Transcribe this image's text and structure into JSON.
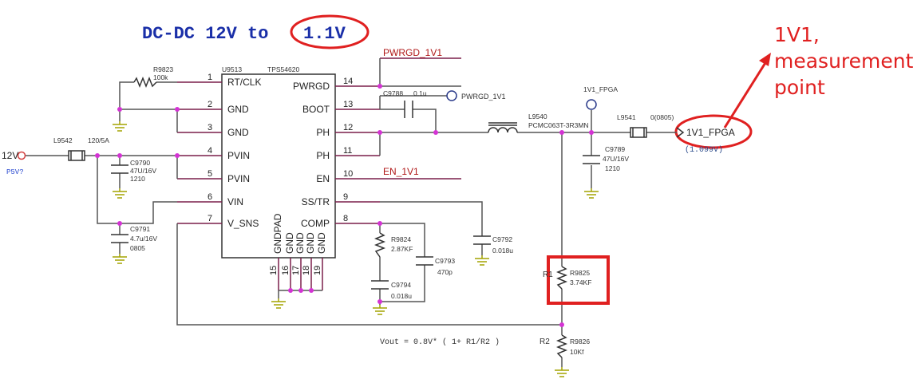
{
  "title": {
    "prefix": "DC-DC 12V to ",
    "highlight": "1.1V"
  },
  "annotation": {
    "line1": "1V1,",
    "line2": "measurement",
    "line3": "point"
  },
  "ic": {
    "ref": "U9513",
    "part": "TPS54620",
    "left_pins": [
      {
        "num": "1",
        "name": "RT/CLK"
      },
      {
        "num": "2",
        "name": "GND"
      },
      {
        "num": "3",
        "name": "GND"
      },
      {
        "num": "4",
        "name": "PVIN"
      },
      {
        "num": "5",
        "name": "PVIN"
      },
      {
        "num": "6",
        "name": "VIN"
      },
      {
        "num": "7",
        "name": "V_SNS"
      }
    ],
    "right_pins": [
      {
        "num": "14",
        "name": "PWRGD"
      },
      {
        "num": "13",
        "name": "BOOT"
      },
      {
        "num": "12",
        "name": "PH"
      },
      {
        "num": "11",
        "name": "PH"
      },
      {
        "num": "10",
        "name": "EN"
      },
      {
        "num": "9",
        "name": "SS/TR"
      },
      {
        "num": "8",
        "name": "COMP"
      }
    ],
    "bottom_pins": [
      {
        "num": "15",
        "name": "GNDPAD"
      },
      {
        "num": "16",
        "name": "GND"
      },
      {
        "num": "17",
        "name": "GND"
      },
      {
        "num": "18",
        "name": "GND"
      },
      {
        "num": "19",
        "name": "GND"
      }
    ]
  },
  "nets": {
    "pwrgd_top": "PWRGD_1V1",
    "pwrgd_side": "PWRGD_1V1",
    "en": "EN_1V1",
    "input": "12V",
    "input_alt": "P5V?",
    "fpga_top": "1V1_FPGA",
    "fpga_out": "1V1_FPGA",
    "measured": "(1.099V)"
  },
  "components": {
    "r9823": {
      "ref": "R9823",
      "value": "100k"
    },
    "l9542": {
      "ref": "L9542",
      "value": "120/5A"
    },
    "c9790": {
      "ref": "C9790",
      "value": "47U/16V",
      "pkg": "1210"
    },
    "c9791": {
      "ref": "C9791",
      "value": "4.7u/16V",
      "pkg": "0805"
    },
    "c9788": {
      "ref": "C9788",
      "value": "0.1u"
    },
    "l9540": {
      "ref": "L9540",
      "value": "PCMC063T-3R3MN"
    },
    "l9541": {
      "ref": "L9541",
      "value": "0(0805)"
    },
    "c9789": {
      "ref": "C9789",
      "value": "47U/16V",
      "pkg": "1210"
    },
    "r9824": {
      "ref": "R9824",
      "value": "2.87KF"
    },
    "c9793": {
      "ref": "C9793",
      "value": "470p"
    },
    "c9794": {
      "ref": "C9794",
      "value": "0.018u"
    },
    "c9792": {
      "ref": "C9792",
      "value": "0.018u"
    },
    "r9825": {
      "ref": "R9825",
      "value": "3.74KF",
      "label": "R1"
    },
    "r9826": {
      "ref": "R9826",
      "value": "10Kf",
      "label": "R2"
    }
  },
  "formula": "Vout = 0.8V* ( 1+ R1/R2 )",
  "colors": {
    "wire": "#555555",
    "pin_wire": "#7a1f4a",
    "node": "#d433d4",
    "ground": "#a3a300",
    "highlight": "#e02020",
    "title_blue": "#1a2fa8",
    "net_red": "#b01818",
    "meas_blue": "#2a4a8a"
  }
}
